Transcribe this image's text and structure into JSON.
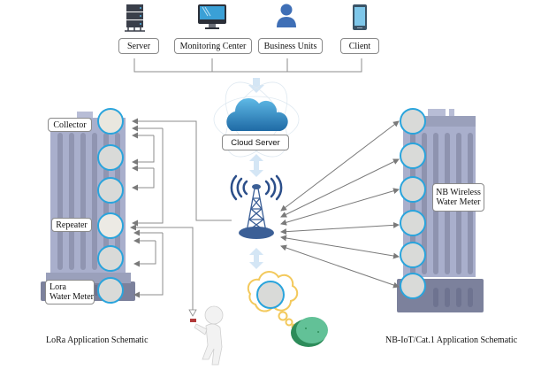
{
  "top_row": {
    "endpoints": [
      {
        "label": "Server",
        "icon": "server-rack-icon"
      },
      {
        "label": "Monitoring Center",
        "icon": "monitor-icon"
      },
      {
        "label": "Business Units",
        "icon": "user-icon"
      },
      {
        "label": "Client",
        "icon": "smartphone-icon"
      }
    ]
  },
  "center": {
    "cloud_label": "Cloud Server",
    "tower_icon": "cell-tower-icon",
    "thought_items": [
      "water-meter-icon",
      "manhole-cover-icon"
    ]
  },
  "lora": {
    "labels": {
      "collector": "Collector",
      "repeater": "Repeater",
      "water_meter": "Lora\nWater Meter"
    },
    "caption": "LoRa Application Schematic",
    "devices": [
      "collector",
      "water-meter",
      "water-meter",
      "repeater",
      "water-meter",
      "water-meter"
    ]
  },
  "nbiot": {
    "label": "NB Wireless\nWater Meter",
    "caption": "NB-IoT/Cat.1 Application Schematic",
    "meter_count": 6
  },
  "colors": {
    "accent_blue": "#2aa4dc",
    "building": "#a9afcc",
    "building_dark": "#7c819c",
    "connector": "#8c8c8c",
    "arrow_light": "#d4e6f5",
    "cloud": "#2a7fb8",
    "tower": "#3b5f96",
    "thought": "#f3c95c",
    "manhole": "#3fae7a"
  }
}
